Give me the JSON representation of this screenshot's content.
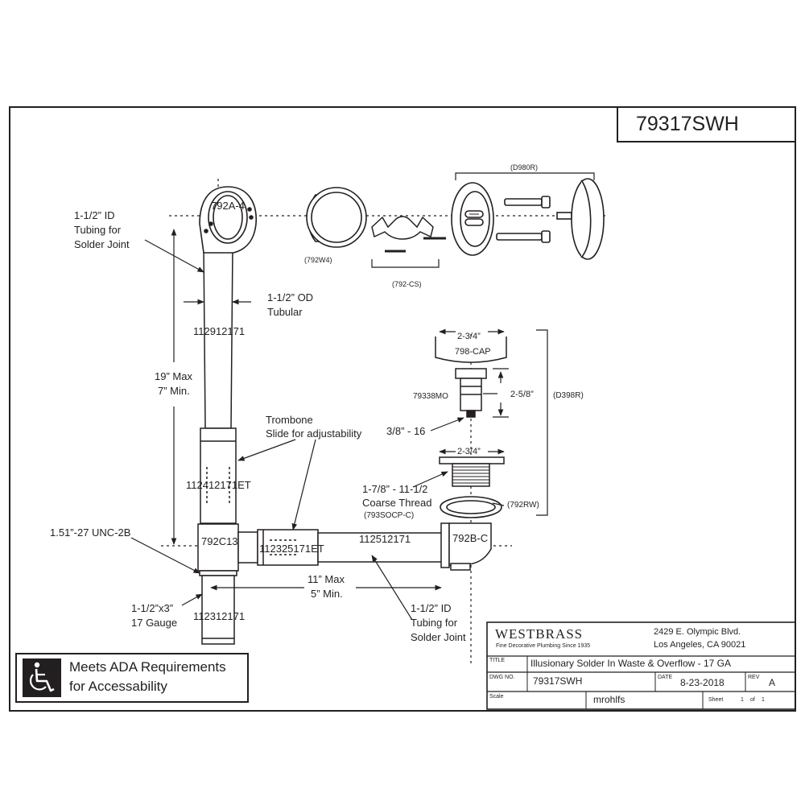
{
  "drawing_number_box": "79317SWH",
  "callouts": {
    "id_tubing_top": [
      "1-1/2” ID",
      "Tubing for",
      "Solder Joint"
    ],
    "od_tubular": [
      "1-1/2” OD",
      "Tubular"
    ],
    "max_min_vertical": [
      "19” Max",
      "7” Min."
    ],
    "trombone": [
      "Trombone",
      "Slide for adjustability"
    ],
    "thread_unc": "1.51”-27 UNC-2B",
    "gauge": [
      "1-1/2”x3”",
      "17 Gauge"
    ],
    "max_min_horizontal": [
      "11” Max",
      "5” Min."
    ],
    "id_tubing_bottom": [
      "1-1/2” ID",
      "Tubing for",
      "Solder Joint"
    ],
    "cap_width": "2-3/4”",
    "stem_height": "2-5/8”",
    "stem_thread": "3/8” - 16",
    "flange_width": "2-3/4”",
    "coarse_thread": [
      "1-7/8” - 11-1/2",
      "Coarse Thread"
    ]
  },
  "part_numbers": {
    "elbow_top": "792A-4",
    "gasket_top": "(792W4)",
    "cover_screws": "(792-CS)",
    "faceplate_group": "(D980R)",
    "tube_vertical": "112912171",
    "tube_trombone": "112412171ET",
    "tee": "792C13",
    "slide_horizontal": "112325171ET",
    "tube_horizontal": "112512171",
    "elbow_bottom": "792B-C",
    "tube_tail": "112312171",
    "cap": "798-CAP",
    "stem": "79338MO",
    "drain_group": "(D398R)",
    "flange": "(793SOCP-C)",
    "washer": "(792RW)"
  },
  "ada": {
    "icon": "wheelchair-icon",
    "text": [
      "Meets  ADA Requirements",
      "for Accessability"
    ]
  },
  "title_block": {
    "brand": "WESTBRASS",
    "tagline": "Fine Decorative Plumbing Since 1935",
    "address": [
      "2429 E. Olympic Blvd.",
      "Los Angeles, CA 90021"
    ],
    "title_label": "TITLE",
    "title": "Illusionary Solder In Waste & Overflow - 17 GA",
    "dwg_label": "DWG NO.",
    "dwg_no": "79317SWH",
    "date_label": "DATE",
    "date": "8-23-2018",
    "rev_label": "REV",
    "rev": "A",
    "scale_label": "Scale",
    "drawn_by": "mrohlfs",
    "sheet_label": "Sheet",
    "sheet": "1",
    "of_label": "of",
    "sheets": "1"
  }
}
